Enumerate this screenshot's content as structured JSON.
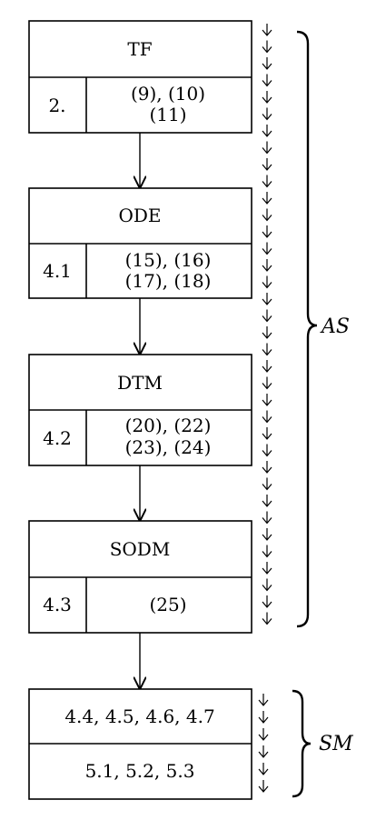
{
  "colors": {
    "stroke": "#000000",
    "background": "#ffffff",
    "text": "#000000"
  },
  "blocks": [
    {
      "title": "TF",
      "section": "2.",
      "refs_line1": "(9), (10)",
      "refs_line2": "(11)"
    },
    {
      "title": "ODE",
      "section": "4.1",
      "refs_line1": "(15), (16)",
      "refs_line2": "(17), (18)"
    },
    {
      "title": "DTM",
      "section": "4.2",
      "refs_line1": "(20), (22)",
      "refs_line2": "(23), (24)"
    },
    {
      "title": "SODM",
      "section": "4.3",
      "refs_line1": "(25)",
      "refs_line2": ""
    }
  ],
  "final_block": {
    "row1": "4.4, 4.5, 4.6, 4.7",
    "row2": "5.1, 5.2, 5.3"
  },
  "braces": {
    "upper_label": "AS",
    "lower_label": "SM"
  }
}
